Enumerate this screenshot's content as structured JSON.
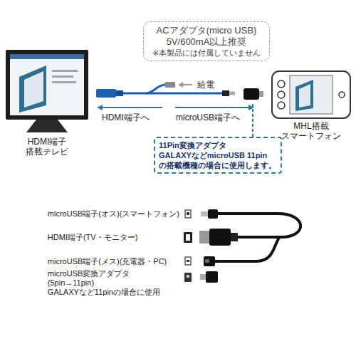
{
  "diagram": {
    "nodes": [
      {
        "text": [
          "ACアダプタ(micro USB)",
          "5V/600mA以上推奨",
          "※本製品には付属していません"
        ]
      },
      {
        "text": [
          "HDMI端子 搭載テレビ"
        ]
      },
      {
        "text": [
          "MHL搭載 スマートフォン"
        ]
      },
      {
        "text": [
          "11Pin変換アダプタ",
          "GALAXYなどmicroUSB 11pin の搭載機種の場合に使用します。"
        ]
      }
    ],
    "labels": [
      "給電",
      "HDMI端子へ",
      "microUSB端子へ",
      "microUSB端子(オス)(スマートフォン)",
      "HDMI端子(TV・モニター)",
      "microUSB端子(メス)(充電器・PC)",
      "microUSB変換アダプタ",
      "(5pin→11pin)",
      "GALAXYなど11pinの場合に使用"
    ]
  }
}
